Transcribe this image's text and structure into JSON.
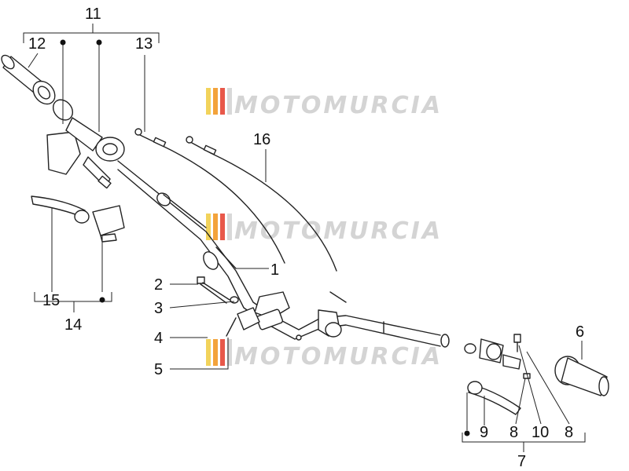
{
  "watermark": {
    "text": "MOTOMURCIA",
    "stripe_colors": [
      "#f2d35b",
      "#f3a33b",
      "#e8584a",
      "#d8d8d8"
    ],
    "text_color": "#d4d4d4"
  },
  "callouts": {
    "c1": "1",
    "c2": "2",
    "c3": "3",
    "c4": "4",
    "c5": "5",
    "c6": "6",
    "c7": "7",
    "c8a": "8",
    "c8b": "8",
    "c9": "9",
    "c10": "10",
    "c11": "11",
    "c12": "12",
    "c13": "13",
    "c14": "14",
    "c15": "15",
    "c16": "16"
  },
  "parts": [
    {
      "id": "handlebar",
      "label": "1"
    },
    {
      "id": "screw",
      "label": "2"
    },
    {
      "id": "washer",
      "label": "3"
    },
    {
      "id": "bracket",
      "label": "4"
    },
    {
      "id": "clamp",
      "label": "5"
    },
    {
      "id": "right-grip",
      "label": "6"
    },
    {
      "id": "right-lever-assembly",
      "label": "7"
    },
    {
      "id": "small-screw",
      "label": "8"
    },
    {
      "id": "right-brake-lever",
      "label": "9"
    },
    {
      "id": "adjuster",
      "label": "10"
    },
    {
      "id": "throttle-assembly",
      "label": "11"
    },
    {
      "id": "left-grip",
      "label": "12"
    },
    {
      "id": "throttle-cable-a",
      "label": "13"
    },
    {
      "id": "left-lever-assembly",
      "label": "14"
    },
    {
      "id": "left-brake-lever",
      "label": "15"
    },
    {
      "id": "throttle-cable-b",
      "label": "16"
    }
  ]
}
